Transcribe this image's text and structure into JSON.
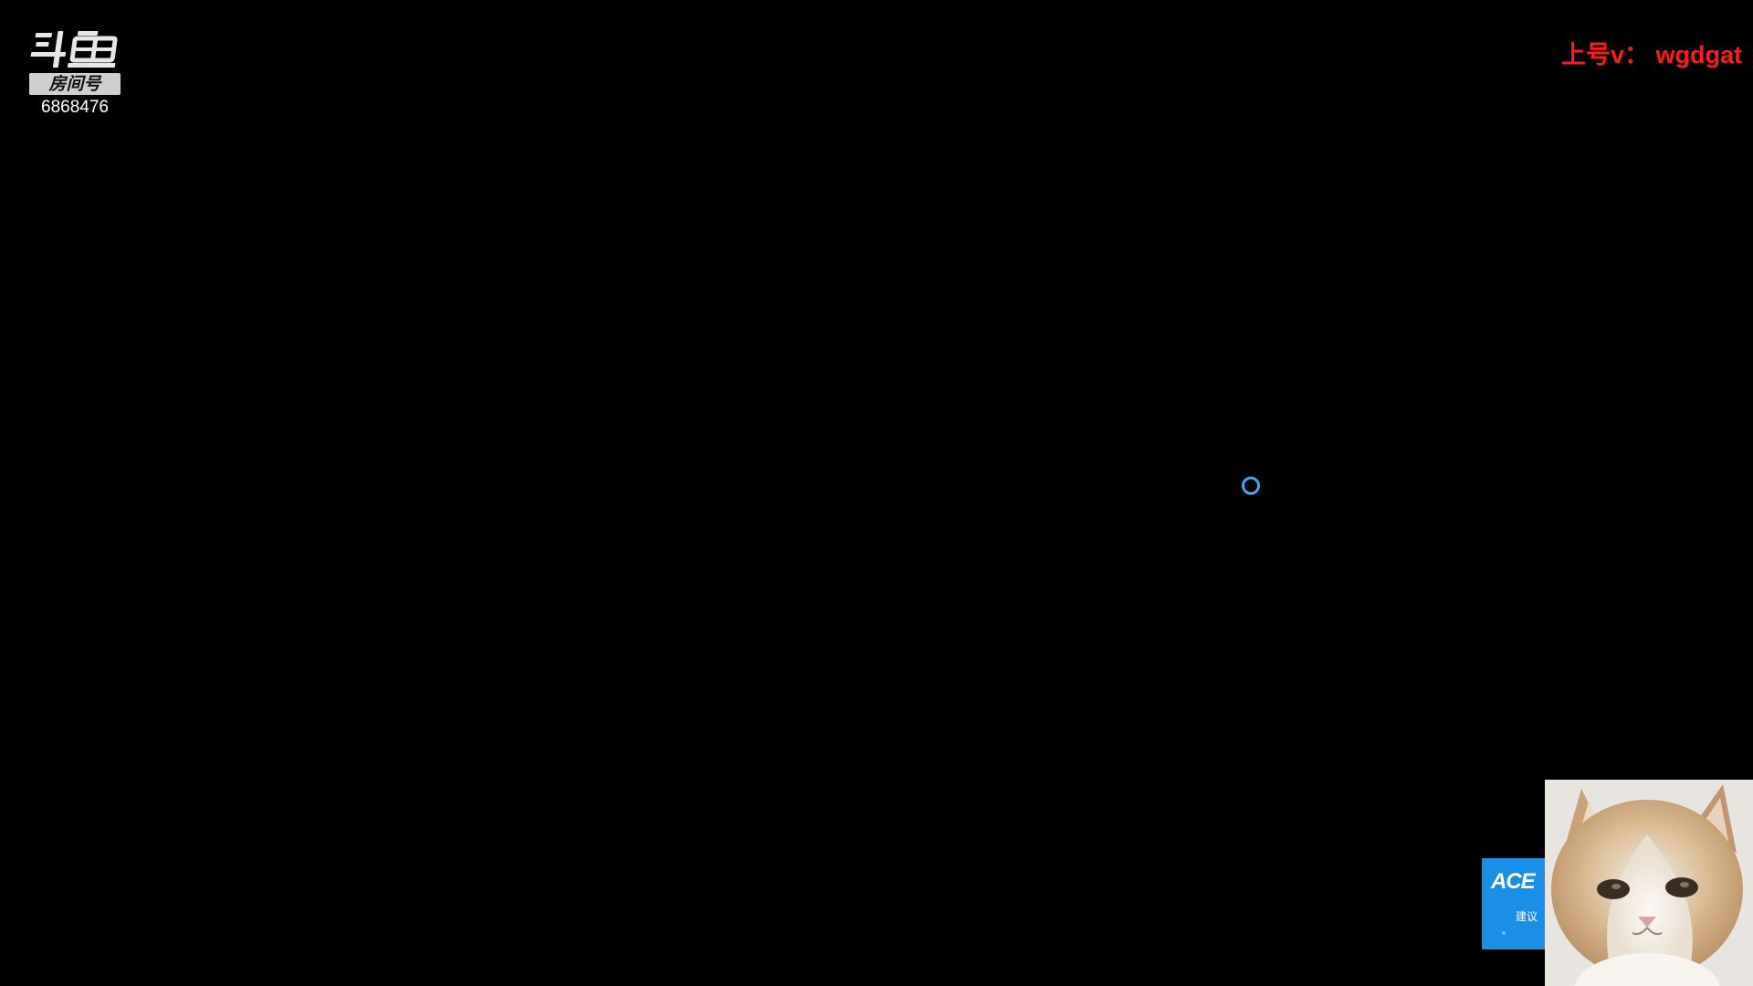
{
  "watermark": {
    "logo_text": "斗鱼",
    "room_label": "房间号",
    "room_number": "6868476"
  },
  "overlay": {
    "promo_text": "上号v： wgdgat",
    "promo_color": "#ff1a1a"
  },
  "loading": {
    "spinner_color": "#35a8f0"
  },
  "ace_widget": {
    "logo": "ACE",
    "text": "建议",
    "bg_color": "#1a8fe8"
  },
  "webcam": {
    "subject_icon": "cat-video-icon"
  }
}
